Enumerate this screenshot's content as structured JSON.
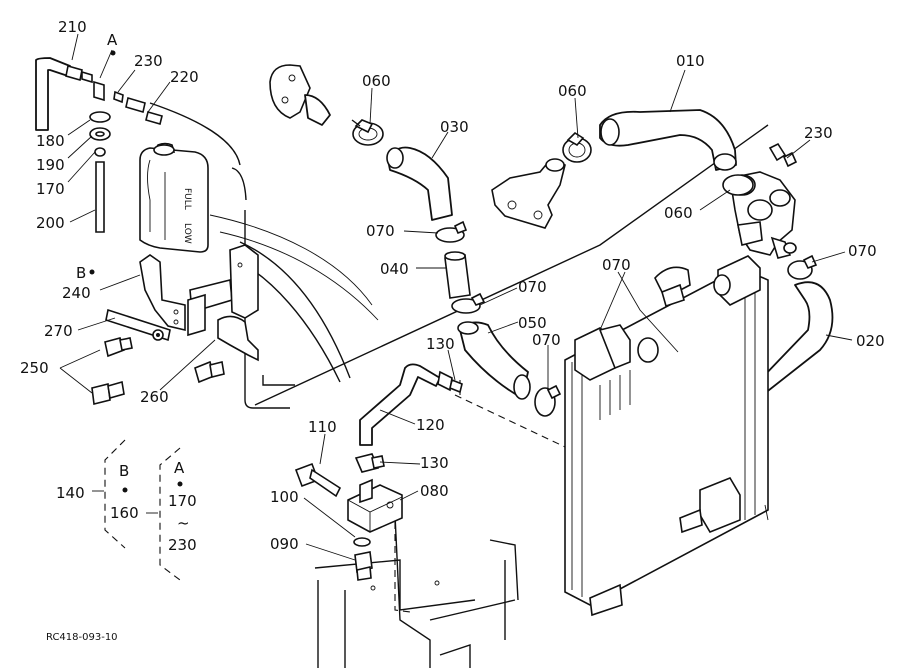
{
  "diagram": {
    "drawing_code": "RC418-093-10",
    "labels": {
      "l010": "010",
      "l020": "020",
      "l030": "030",
      "l040": "040",
      "l050": "050",
      "l060a": "060",
      "l060b": "060",
      "l060c": "060",
      "l070a": "070",
      "l070b": "070",
      "l070c": "070",
      "l070d": "070",
      "l070e": "070",
      "l080": "080",
      "l090": "090",
      "l100": "100",
      "l110": "110",
      "l120": "120",
      "l130a": "130",
      "l130b": "130",
      "l140": "140",
      "l160": "160",
      "l170a": "170",
      "l170b": "170",
      "l180": "180",
      "l190": "190",
      "l200": "200",
      "l210": "210",
      "l220": "220",
      "l230a": "230",
      "l230b": "230",
      "l230c": "230",
      "l240": "240",
      "l250": "250",
      "l260": "260",
      "l270": "270",
      "refA1": "A",
      "refA2": "A",
      "refB1": "B",
      "refB2": "B",
      "tilde": "~"
    },
    "tank_marks": {
      "full": "FULL",
      "low": "LOW"
    }
  }
}
